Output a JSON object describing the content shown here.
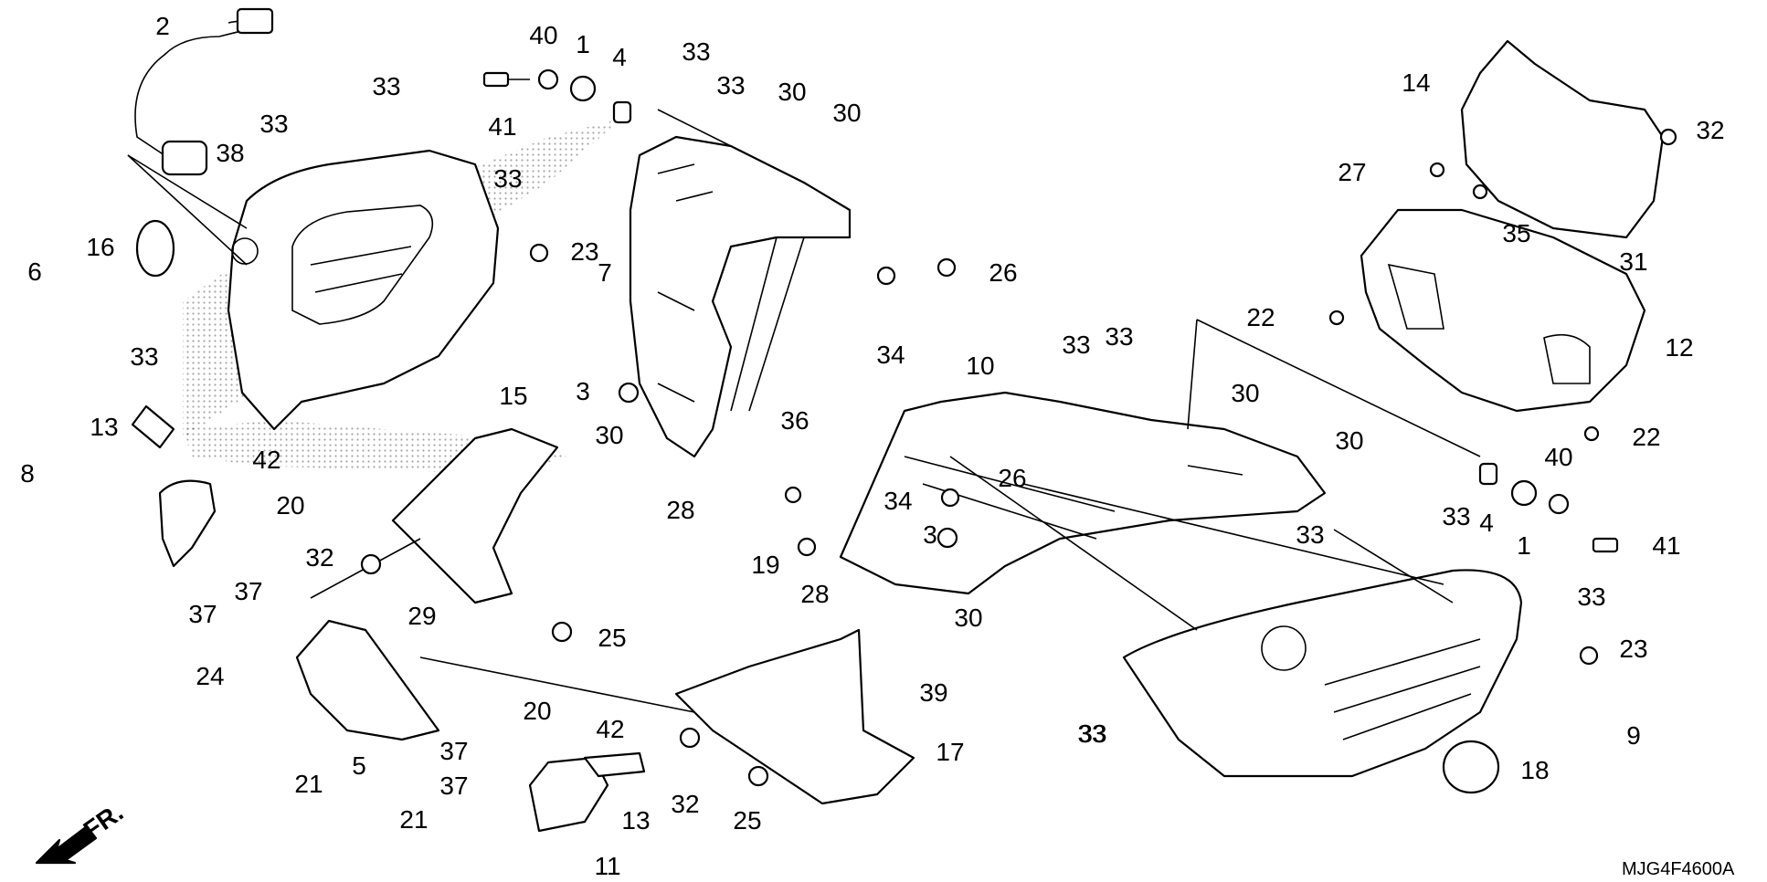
{
  "diagram_code": "MJG4F4600A",
  "front_indicator": "FR.",
  "callouts": [
    {
      "id": "c2",
      "text": "2"
    },
    {
      "id": "c40a",
      "text": "40"
    },
    {
      "id": "c1a",
      "text": "1"
    },
    {
      "id": "c4a",
      "text": "4"
    },
    {
      "id": "c41a",
      "text": "41"
    },
    {
      "id": "c33a",
      "text": "33"
    },
    {
      "id": "c33b",
      "text": "33"
    },
    {
      "id": "c33c",
      "text": "33"
    },
    {
      "id": "c33d",
      "text": "33"
    },
    {
      "id": "c30a",
      "text": "30"
    },
    {
      "id": "c30b",
      "text": "30"
    },
    {
      "id": "c38",
      "text": "38"
    },
    {
      "id": "c33e",
      "text": "33"
    },
    {
      "id": "c23a",
      "text": "23"
    },
    {
      "id": "c26a",
      "text": "26"
    },
    {
      "id": "c16",
      "text": "16"
    },
    {
      "id": "c6",
      "text": "6"
    },
    {
      "id": "c7",
      "text": "7"
    },
    {
      "id": "c34a",
      "text": "34"
    },
    {
      "id": "c33f",
      "text": "33"
    },
    {
      "id": "c3a",
      "text": "3"
    },
    {
      "id": "c30c",
      "text": "30"
    },
    {
      "id": "c13a",
      "text": "13"
    },
    {
      "id": "c15",
      "text": "15"
    },
    {
      "id": "c8",
      "text": "8"
    },
    {
      "id": "c42a",
      "text": "42"
    },
    {
      "id": "c20a",
      "text": "20"
    },
    {
      "id": "c32a",
      "text": "32"
    },
    {
      "id": "c37a",
      "text": "37"
    },
    {
      "id": "c37b",
      "text": "37"
    },
    {
      "id": "c29",
      "text": "29"
    },
    {
      "id": "c25a",
      "text": "25"
    },
    {
      "id": "c24",
      "text": "24"
    },
    {
      "id": "c21a",
      "text": "21"
    },
    {
      "id": "c5",
      "text": "5"
    },
    {
      "id": "c21b",
      "text": "21"
    },
    {
      "id": "c20b",
      "text": "20"
    },
    {
      "id": "c42b",
      "text": "42"
    },
    {
      "id": "c37c",
      "text": "37"
    },
    {
      "id": "c37d",
      "text": "37"
    },
    {
      "id": "c13b",
      "text": "13"
    },
    {
      "id": "c11",
      "text": "11"
    },
    {
      "id": "c32b",
      "text": "32"
    },
    {
      "id": "c25b",
      "text": "25"
    },
    {
      "id": "c17",
      "text": "17"
    },
    {
      "id": "c36",
      "text": "36"
    },
    {
      "id": "c28a",
      "text": "28"
    },
    {
      "id": "c19",
      "text": "19"
    },
    {
      "id": "c28b",
      "text": "28"
    },
    {
      "id": "c34b",
      "text": "34"
    },
    {
      "id": "c3b",
      "text": "3"
    },
    {
      "id": "c26b",
      "text": "26"
    },
    {
      "id": "c10",
      "text": "10"
    },
    {
      "id": "c33g",
      "text": "33"
    },
    {
      "id": "c33h",
      "text": "33"
    },
    {
      "id": "c30d",
      "text": "30"
    },
    {
      "id": "c30e",
      "text": "30"
    },
    {
      "id": "c30f",
      "text": "30"
    },
    {
      "id": "c39",
      "text": "39"
    },
    {
      "id": "c33i",
      "text": "33"
    },
    {
      "id": "c33j",
      "text": "33"
    },
    {
      "id": "c14",
      "text": "14"
    },
    {
      "id": "c32c",
      "text": "32"
    },
    {
      "id": "c27",
      "text": "27"
    },
    {
      "id": "c35",
      "text": "35"
    },
    {
      "id": "c22a",
      "text": "22"
    },
    {
      "id": "c31",
      "text": "31"
    },
    {
      "id": "c12",
      "text": "12"
    },
    {
      "id": "c22b",
      "text": "22"
    },
    {
      "id": "c4b",
      "text": "4"
    },
    {
      "id": "c1b",
      "text": "1"
    },
    {
      "id": "c40b",
      "text": "40"
    },
    {
      "id": "c41b",
      "text": "41"
    },
    {
      "id": "c33k",
      "text": "33"
    },
    {
      "id": "c33l",
      "text": "33"
    },
    {
      "id": "c23b",
      "text": "23"
    },
    {
      "id": "c9",
      "text": "9"
    },
    {
      "id": "c18",
      "text": "18"
    },
    {
      "id": "c33m",
      "text": "33"
    }
  ]
}
